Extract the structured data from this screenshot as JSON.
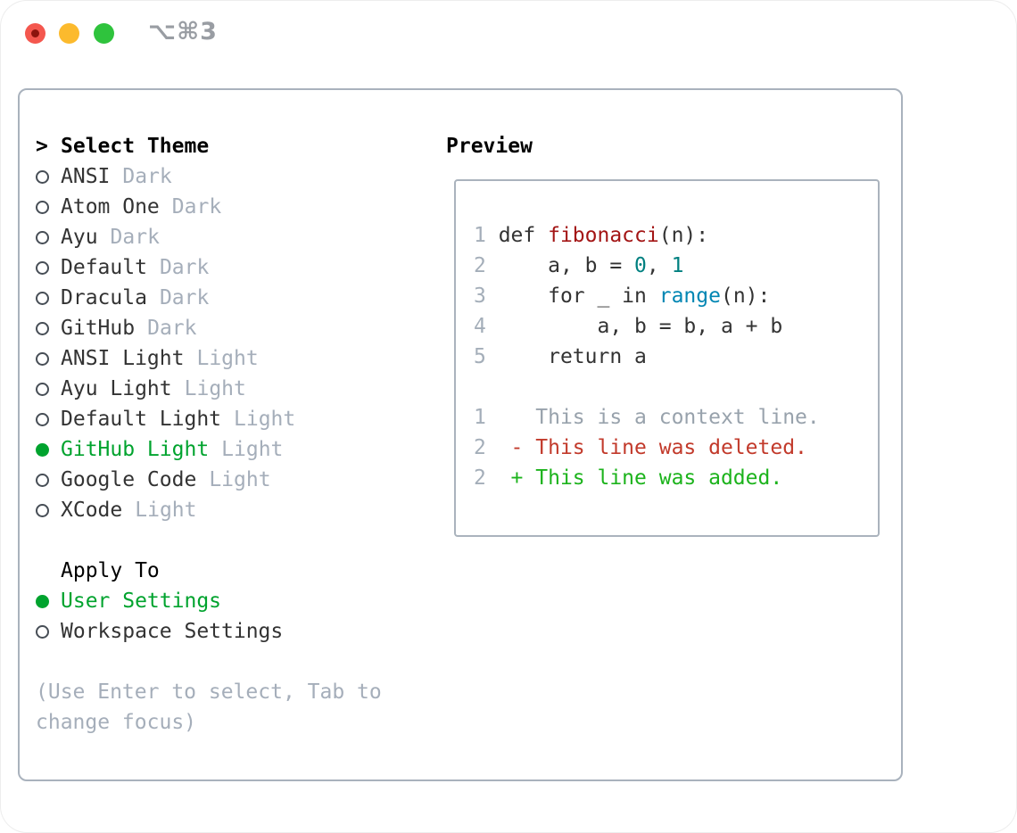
{
  "titlebar": {
    "title": "⌥⌘3"
  },
  "theme_picker": {
    "header_prefix": ">",
    "header": "Select Theme",
    "themes": [
      {
        "name": "ANSI",
        "variant": "Dark",
        "selected": false
      },
      {
        "name": "Atom One",
        "variant": "Dark",
        "selected": false
      },
      {
        "name": "Ayu",
        "variant": "Dark",
        "selected": false
      },
      {
        "name": "Default",
        "variant": "Dark",
        "selected": false
      },
      {
        "name": "Dracula",
        "variant": "Dark",
        "selected": false
      },
      {
        "name": "GitHub",
        "variant": "Dark",
        "selected": false
      },
      {
        "name": "ANSI Light",
        "variant": "Light",
        "selected": false
      },
      {
        "name": "Ayu Light",
        "variant": "Light",
        "selected": false
      },
      {
        "name": "Default Light",
        "variant": "Light",
        "selected": false
      },
      {
        "name": "GitHub Light",
        "variant": "Light",
        "selected": true
      },
      {
        "name": "Google Code",
        "variant": "Light",
        "selected": false
      },
      {
        "name": "XCode",
        "variant": "Light",
        "selected": false
      }
    ],
    "apply_to": {
      "label": "Apply To",
      "options": [
        {
          "name": "User Settings",
          "selected": true
        },
        {
          "name": "Workspace Settings",
          "selected": false
        }
      ]
    },
    "hint": "(Use Enter to select, Tab to change focus)"
  },
  "preview": {
    "label": "Preview",
    "lines": [
      {
        "num": "1",
        "tokens": [
          [
            "plain",
            "def "
          ],
          [
            "title",
            "fibonacci"
          ],
          [
            "plain",
            "(n):"
          ]
        ]
      },
      {
        "num": "2",
        "tokens": [
          [
            "plain",
            "    a, b = "
          ],
          [
            "number",
            "0"
          ],
          [
            "plain",
            ", "
          ],
          [
            "number",
            "1"
          ]
        ]
      },
      {
        "num": "3",
        "tokens": [
          [
            "plain",
            "    for _ in "
          ],
          [
            "builtin",
            "range"
          ],
          [
            "plain",
            "(n):"
          ]
        ]
      },
      {
        "num": "4",
        "tokens": [
          [
            "plain",
            "        a, b = b, a + b"
          ]
        ]
      },
      {
        "num": "5",
        "tokens": [
          [
            "plain",
            "    return a"
          ]
        ]
      },
      {
        "num": "",
        "tokens": []
      },
      {
        "num": "1",
        "tokens": [
          [
            "context",
            "   This is a context line."
          ]
        ]
      },
      {
        "num": "2",
        "tokens": [
          [
            "deleted",
            " - This line was deleted."
          ]
        ]
      },
      {
        "num": "2",
        "tokens": [
          [
            "added",
            " + This line was added."
          ]
        ]
      }
    ]
  },
  "colors": {
    "selection_green": "#00a32e",
    "diff_added": "#1cb31c",
    "diff_deleted": "#c23a2b",
    "code_title_red": "#a31515",
    "code_number_teal": "#008080",
    "code_builtin_blue": "#0086b3",
    "muted_gray": "#a5aeba"
  }
}
